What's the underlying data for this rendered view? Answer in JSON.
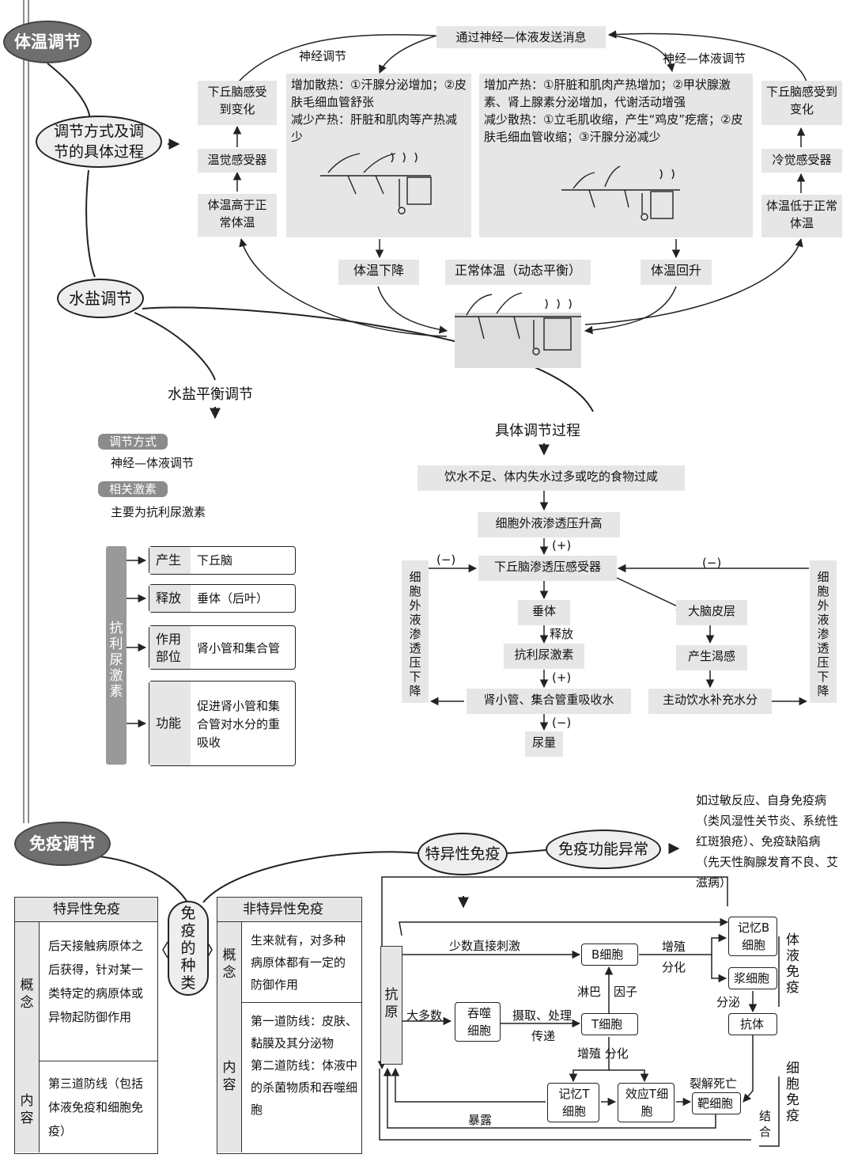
{
  "temp": {
    "title": "体温调节",
    "node_method": "调节方式及调节的具体过程",
    "top_msg": "通过神经—体液发送消息",
    "neural": "神经调节",
    "neurohumoral": "神经—体液调节",
    "left_col": [
      "下丘脑感受到变化",
      "温觉感受器",
      "体温高于正常体温"
    ],
    "right_col": [
      "下丘脑感受到变化",
      "冷觉感受器",
      "体温低于正常体温"
    ],
    "heat_loss": "增加散热：①汗腺分泌增加；②皮肤毛细血管舒张\n减少产热：肝脏和肌肉等产热减少",
    "heat_gain": "增加产热：①肝脏和肌肉产热增加；②甲状腺激素、肾上腺素分泌增加，代谢活动增强\n减少散热：①立毛肌收缩，产生“鸡皮”疙瘩；②皮肤毛细血管收缩；③汗腺分泌减少",
    "drop": "体温下降",
    "normal": "正常体温（动态平衡）",
    "rise": "体温回升"
  },
  "water": {
    "title": "水盐调节",
    "balance": "水盐平衡调节",
    "process": "具体调节过程",
    "tag_method": "调节方式",
    "method": "神经—体液调节",
    "tag_hormone": "相关激素",
    "hormone": "主要为抗利尿激素",
    "adh_side": "抗利尿激素",
    "adh_rows": [
      {
        "k": "产生",
        "v": "下丘脑"
      },
      {
        "k": "释放",
        "v": "垂体（后叶）"
      },
      {
        "k": "作用部位",
        "v": "肾小管和集合管"
      },
      {
        "k": "功能",
        "v": "促进肾小管和集合管对水分的重吸收"
      }
    ],
    "flow": {
      "start": "饮水不足、体内失水过多或吃的食物过咸",
      "osm_up": "细胞外液渗透压升高",
      "plus": "(+)",
      "minus": "(−)",
      "receptor": "下丘脑渗透压感受器",
      "pituitary": "垂体",
      "release": "释放",
      "adh": "抗利尿激素",
      "kidney": "肾小管、集合管重吸收水",
      "urine": "尿量",
      "cortex": "大脑皮层",
      "thirst": "产生渴感",
      "drink": "主动饮水补充水分",
      "osm_down": "细胞外液渗透压下降"
    }
  },
  "immune": {
    "title": "免疫调节",
    "kinds": "免疫的种类",
    "specific": "特异性免疫",
    "abnormal": "免疫功能异常",
    "abnormal_desc": "如过敏反应、自身免疫病（类风湿性关节炎、系统性红斑狼疮）、免疫缺陷病（先天性胸腺发育不良、艾滋病）",
    "table_left": {
      "header": "特异性免疫",
      "rows": [
        {
          "k": "概念",
          "v": "后天接触病原体之后获得，针对某一类特定的病原体或异物起防御作用"
        },
        {
          "k": "内容",
          "v": "第三道防线（包括体液免疫和细胞免疫）"
        }
      ]
    },
    "table_right": {
      "header": "非特异性免疫",
      "rows": [
        {
          "k": "概念",
          "v": "生来就有，对多种病原体都有一定的防御作用"
        },
        {
          "k": "内容",
          "v": "第一道防线：皮肤、黏膜及其分泌物\n第二道防线：体液中的杀菌物质和吞噬细胞"
        }
      ]
    },
    "flow": {
      "antigen": "抗原",
      "few": "少数直接刺激",
      "most": "大多数",
      "phago": "吞噬细胞",
      "take": "摄取、处理",
      "pass": "传递",
      "b": "B细胞",
      "t": "T细胞",
      "lymph": "淋巴",
      "factor": "因子",
      "prolif": "增殖",
      "diff": "分化",
      "prolif_diff": "增殖  分化",
      "mem_b": "记忆B细胞",
      "plasma": "浆细胞",
      "secrete": "分泌",
      "antibody": "抗体",
      "humoral": "体液免疫",
      "cellular": "细胞免疫",
      "mem_t": "记忆T细胞",
      "eff_t": "效应T细胞",
      "target": "靶细胞",
      "lysis": "裂解死亡",
      "expose": "暴露",
      "combine": "结合"
    }
  }
}
